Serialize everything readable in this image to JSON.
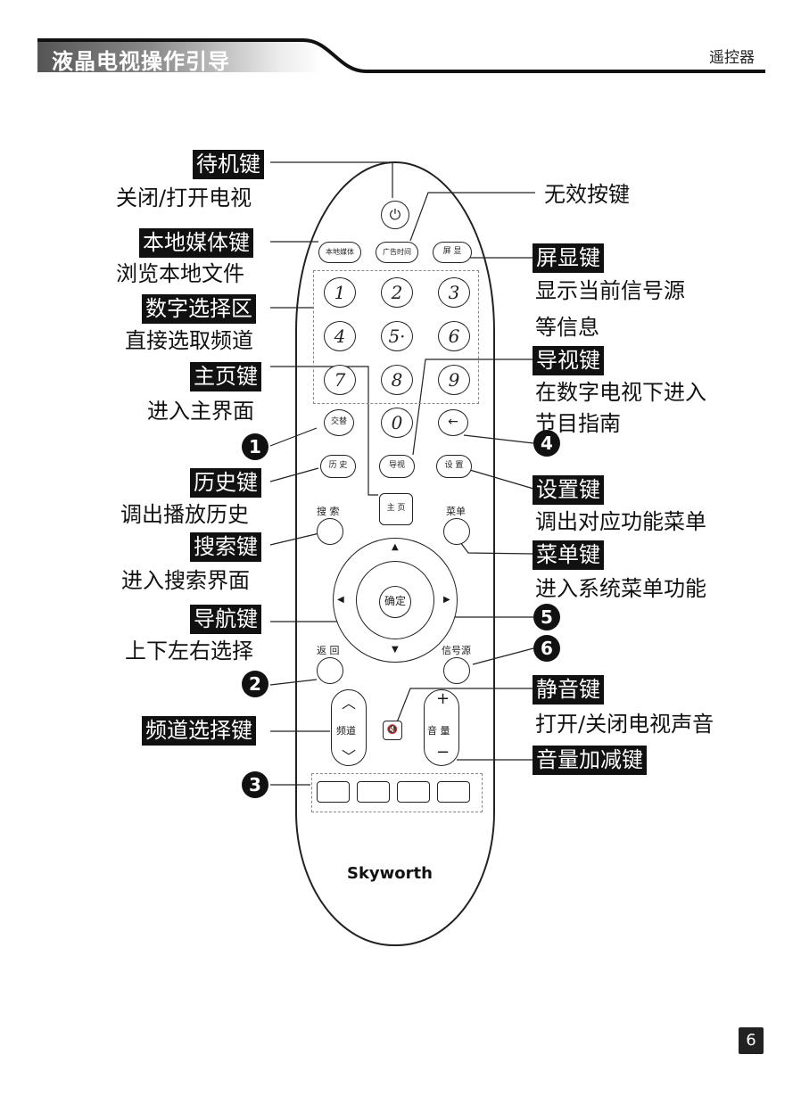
{
  "header": {
    "title": "液晶电视操作引导",
    "section": "遥控器"
  },
  "page_number": "6",
  "brand": "Skyworth",
  "labels_left": [
    {
      "name": "待机键",
      "desc": "关闭/打开电视"
    },
    {
      "name": "本地媒体键",
      "desc": "浏览本地文件"
    },
    {
      "name": "数字选择区",
      "desc": "直接选取频道"
    },
    {
      "name": "主页键",
      "desc": "进入主界面"
    },
    {
      "name": "历史键",
      "desc": "调出播放历史"
    },
    {
      "name": "搜索键",
      "desc": "进入搜索界面"
    },
    {
      "name": "导航键",
      "desc": "上下左右选择"
    },
    {
      "name": "频道选择键",
      "desc": ""
    }
  ],
  "labels_right": [
    {
      "name": "",
      "desc": "无效按键"
    },
    {
      "name": "屏显键",
      "desc": "显示当前信号源",
      "desc2": "等信息"
    },
    {
      "name": "导视键",
      "desc": "在数字电视下进入",
      "desc2": "节目指南"
    },
    {
      "name": "设置键",
      "desc": "调出对应功能菜单"
    },
    {
      "name": "菜单键",
      "desc": "进入系统菜单功能"
    },
    {
      "name": "静音键",
      "desc": "打开/关闭电视声音"
    },
    {
      "name": "音量加减键",
      "desc": ""
    }
  ],
  "callouts": [
    "1",
    "2",
    "3",
    "4",
    "5",
    "6"
  ],
  "keys": {
    "power": "⏻",
    "local_media": "本地媒体",
    "ad_time": "广告时间",
    "display": "屏 显",
    "digits": [
      "1",
      "2",
      "3",
      "4",
      "5·",
      "6",
      "7",
      "8",
      "9",
      "0"
    ],
    "swap": "交替",
    "back_arrow": "←",
    "history": "历 史",
    "guide": "导视",
    "settings": "设 置",
    "home": "主 页",
    "search": "搜 索",
    "menu": "菜单",
    "ok": "确定",
    "return": "返 回",
    "source": "信号源",
    "channel": "频道",
    "volume": "音 量",
    "vol_plus": "+",
    "vol_minus": "−",
    "mute": "🔇"
  }
}
